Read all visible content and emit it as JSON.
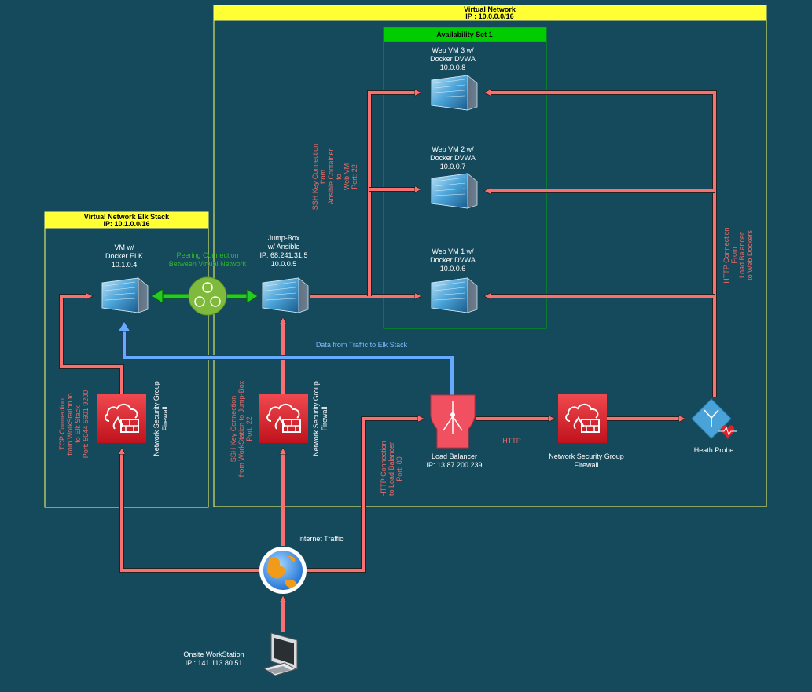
{
  "containers": {
    "virtual_network": {
      "title": "Virtual Network",
      "ip": "IP : 10.0.0.0/16"
    },
    "availability_set": {
      "title": "Availability Set 1"
    },
    "elk_network": {
      "title": "Virtual Network Elk Stack",
      "ip": "IP: 10.1.0.0/16"
    }
  },
  "nodes": {
    "web_vm3": {
      "lines": [
        "Web VM 3 w/",
        "Docker DVWA",
        "10.0.0.8"
      ]
    },
    "web_vm2": {
      "lines": [
        "Web VM 2 w/",
        "Docker DVWA",
        "10.0.0.7"
      ]
    },
    "web_vm1": {
      "lines": [
        "Web VM 1 w/",
        "Docker DVWA",
        "10.0.0.6"
      ]
    },
    "jumpbox": {
      "lines": [
        "Jump-Box",
        "w/ Ansible",
        "IP: 68.241.31.5",
        "10.0.0.5"
      ]
    },
    "elk_vm": {
      "lines": [
        "VM w/",
        "Docker  ELK",
        "10.1.0.4"
      ]
    },
    "peering": {
      "lines": [
        "Peering Connection",
        "Between Virtual Network"
      ]
    },
    "nsg_elk": {
      "lines": [
        "Network Security Group",
        "Firewall"
      ]
    },
    "nsg_jump": {
      "lines": [
        "Network Security Group",
        "Firewall"
      ]
    },
    "nsg_web": {
      "lines": [
        "Network Security Group",
        "Firewall"
      ]
    },
    "load_balancer": {
      "lines": [
        "Load Balancer",
        "IP: 13.87.200.239"
      ]
    },
    "health_probe": {
      "label": "Heath Probe"
    },
    "internet": {
      "label": "Internet Traffic"
    },
    "workstation": {
      "lines": [
        "Onsite WorkStation",
        "IP : 141.113.80.51"
      ]
    }
  },
  "edge_labels": {
    "ssh_ansible": [
      "SSH Key Connection",
      "from",
      "Ansible Container",
      "to",
      "Web VM",
      "Port: 22"
    ],
    "http_lb_web": [
      "HTTP Connection",
      "From",
      "Load Balancer",
      "to Web Dockers"
    ],
    "elk_data": "Data from Traffic to Elk Stack",
    "tcp_elk": [
      "TCP Connection",
      "from WorkStation to",
      "to Elk Stack",
      "Port: 5044 5601 9200"
    ],
    "ssh_jump": [
      "SSH Key Connection",
      "from WorkStation to Jump-Box",
      "Port: 22"
    ],
    "http_lb": [
      "HTTP Connection",
      "to Load Balancer",
      "Port: 80"
    ],
    "http": "HTTP"
  },
  "colors": {
    "background": "#154a5c",
    "container_header": "#ffff33",
    "container_border": "#ffff66",
    "availability_header": "#00cc00",
    "availability_border": "#00aa00",
    "arrow_red": "#f87070",
    "arrow_blue": "#66aaff",
    "arrow_green": "#22cc22",
    "firewall_red": "#e0202a",
    "label_red": "#ea6b66",
    "label_blue": "#7ebaff"
  }
}
